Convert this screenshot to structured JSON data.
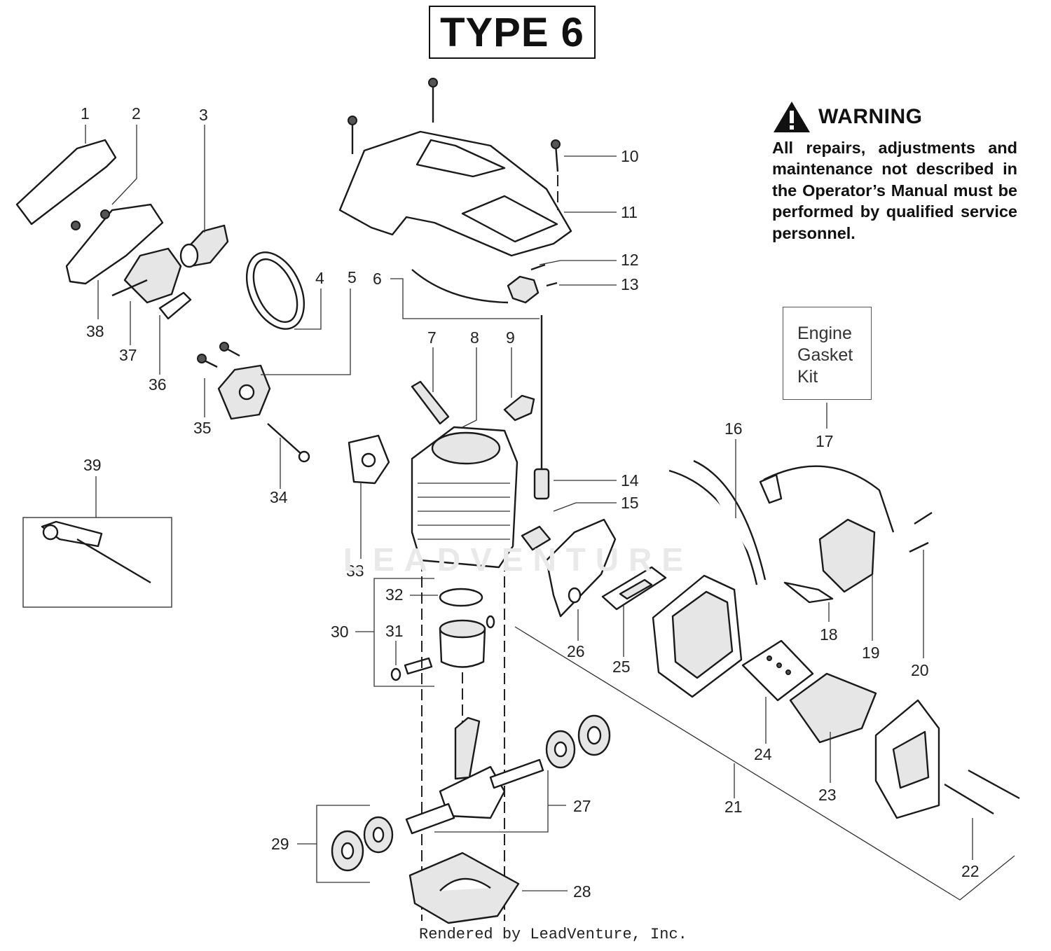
{
  "title": "TYPE 6",
  "warning": {
    "icon": "warning-triangle-icon",
    "heading": "WARNING",
    "text": "All repairs, adjustments and maintenance not described in the Operator’s Manual must be performed by qualified service personnel."
  },
  "kit_box": {
    "lines": [
      "Engine",
      "Gasket",
      "Kit"
    ]
  },
  "watermark": "LEADVENTURE",
  "footer": "Rendered by LeadVenture, Inc.",
  "callouts": [
    "1",
    "2",
    "3",
    "4",
    "5",
    "6",
    "7",
    "8",
    "9",
    "10",
    "11",
    "12",
    "13",
    "14",
    "15",
    "16",
    "17",
    "18",
    "19",
    "20",
    "21",
    "22",
    "23",
    "24",
    "25",
    "26",
    "27",
    "28",
    "29",
    "30",
    "31",
    "32",
    "33",
    "34",
    "35",
    "36",
    "37",
    "38",
    "39"
  ]
}
